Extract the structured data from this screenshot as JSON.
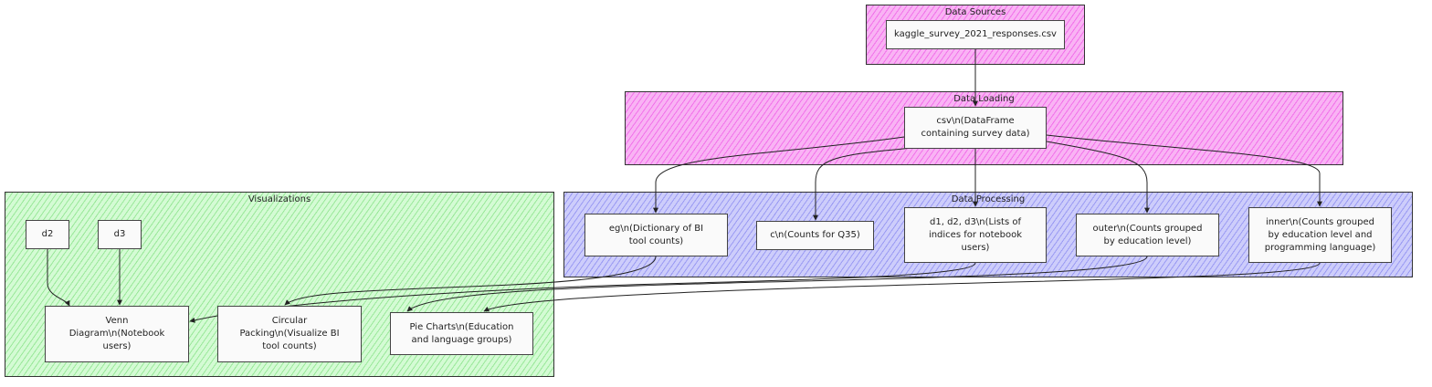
{
  "clusters": {
    "sources": {
      "title": "Data Sources"
    },
    "loading": {
      "title": "Data Loading"
    },
    "processing": {
      "title": "Data Processing"
    },
    "viz": {
      "title": "Visualizations"
    }
  },
  "nodes": {
    "csv_file": "kaggle_survey_2021_responses.csv",
    "csv": "csv\\n(DataFrame\ncontaining survey data)",
    "eg": "eg\\n(Dictionary of BI\ntool counts)",
    "c": "c\\n(Counts for Q35)",
    "d123": "d1, d2, d3\\n(Lists of\nindices for notebook\nusers)",
    "outer": "outer\\n(Counts grouped\nby education level)",
    "inner": "inner\\n(Counts grouped\nby education level and\nprogramming language)",
    "d2": "d2",
    "d3": "d3",
    "venn": "Venn\nDiagram\\n(Notebook\nusers)",
    "circular": "Circular\nPacking\\n(Visualize BI\ntool counts)",
    "pie": "Pie Charts\\n(Education\nand language groups)"
  },
  "colors": {
    "sources": "#f9b3f4",
    "loading": "#f9b3f4",
    "processing": "#cdcdfb",
    "viz": "#d4fbd4",
    "edge": "#222222"
  }
}
